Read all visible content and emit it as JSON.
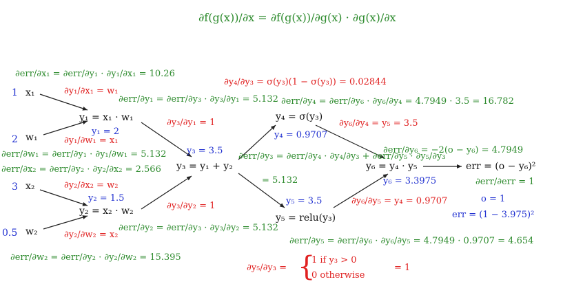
{
  "chain_rule": "∂f(g(x))/∂x = ∂f(g(x))/∂g(x) · ∂g(x)/∂x",
  "inputs": {
    "x1": {
      "name": "x₁",
      "value": "1"
    },
    "w1": {
      "name": "w₁",
      "value": "2"
    },
    "x2": {
      "name": "x₂",
      "value": "3"
    },
    "w2": {
      "name": "w₂",
      "value": "0.5"
    }
  },
  "nodes": {
    "y1": "y₁ = x₁ · w₁",
    "y2": "y₂ = x₂ · w₂",
    "y3": "y₃ = y₁ + y₂",
    "y4": "y₄ = σ(y₃)",
    "y5": "y₅ = relu(y₃)",
    "y6": "y₆ = y₄ · y₅",
    "err": "err = (o − y₆)²"
  },
  "values": {
    "y1": "y₁ = 2",
    "y2": "y₂ = 1.5",
    "y3": "y₃ = 3.5",
    "y4": "y₄ = 0.9707",
    "y5": "y₅ = 3.5",
    "y6": "y₆ = 3.3975",
    "o": "o = 1",
    "err": "err = (1 − 3.975)²"
  },
  "local_derivatives": {
    "dy1_dx1": "∂y₁/∂x₁ = w₁",
    "dy1_dw1": "∂y₁/∂w₁ = x₁",
    "dy2_dx2": "∂y₂/∂x₂ = w₂",
    "dy2_dw2": "∂y₂/∂w₂ = x₂",
    "dy3_dy1": "∂y₃/∂y₁ = 1",
    "dy3_dy2": "∂y₃/∂y₂ = 1",
    "dy4_dy3": "∂y₄/∂y₃ = σ(y₃)(1 − σ(y₃)) = 0.02844",
    "dy6_dy4": "∂y₆/∂y₄ = y₅ = 3.5",
    "dy6_dy5": "∂y₆/∂y₅ = y₄ = 0.9707",
    "dy5_dy3_label": "∂y₅/∂y₃ =",
    "dy5_case1": "1   if y₃ > 0",
    "dy5_case2": "0   otherwise",
    "dy5_result": "= 1"
  },
  "gradients": {
    "derr_dx1": "∂err/∂x₁ = ∂err/∂y₁ · ∂y₁/∂x₁ = 10.26",
    "derr_dw1": "∂err/∂w₁ = ∂err/∂y₁ · ∂y₁/∂w₁ = 5.132",
    "derr_dx2": "∂err/∂x₂ = ∂err/∂y₂ · ∂y₂/∂x₂ = 2.566",
    "derr_dw2": "∂err/∂w₂ = ∂err/∂y₂ · ∂y₂/∂w₂ = 15.395",
    "derr_dy1": "∂err/∂y₁ = ∂err/∂y₃ · ∂y₃/∂y₁ = 5.132",
    "derr_dy2": "∂err/∂y₂ = ∂err/∂y₃ · ∂y₃/∂y₂ = 5.132",
    "derr_dy3": "∂err/∂y₃ = ∂err/∂y₄ · ∂y₄/∂y₃ + ∂err/∂y₅ · ∂y₅/∂y₃",
    "derr_dy3_value": "= 5.132",
    "derr_dy4": "∂err/∂y₄ = ∂err/∂y₆ · ∂y₆/∂y₄ = 4.7949 · 3.5 = 16.782",
    "derr_dy5": "∂err/∂y₅ = ∂err/∂y₆ · ∂y₆/∂y₅ = 4.7949 · 0.9707 = 4.654",
    "derr_dy6": "∂err/∂y₆ = −2(o − y₆) = 4.7949",
    "derr_derr": "∂err/∂err = 1"
  },
  "colors": {
    "gradient": "#2e8b2e",
    "local_derivative": "#e02020",
    "value": "#1f2fd0",
    "node": "#111111"
  }
}
